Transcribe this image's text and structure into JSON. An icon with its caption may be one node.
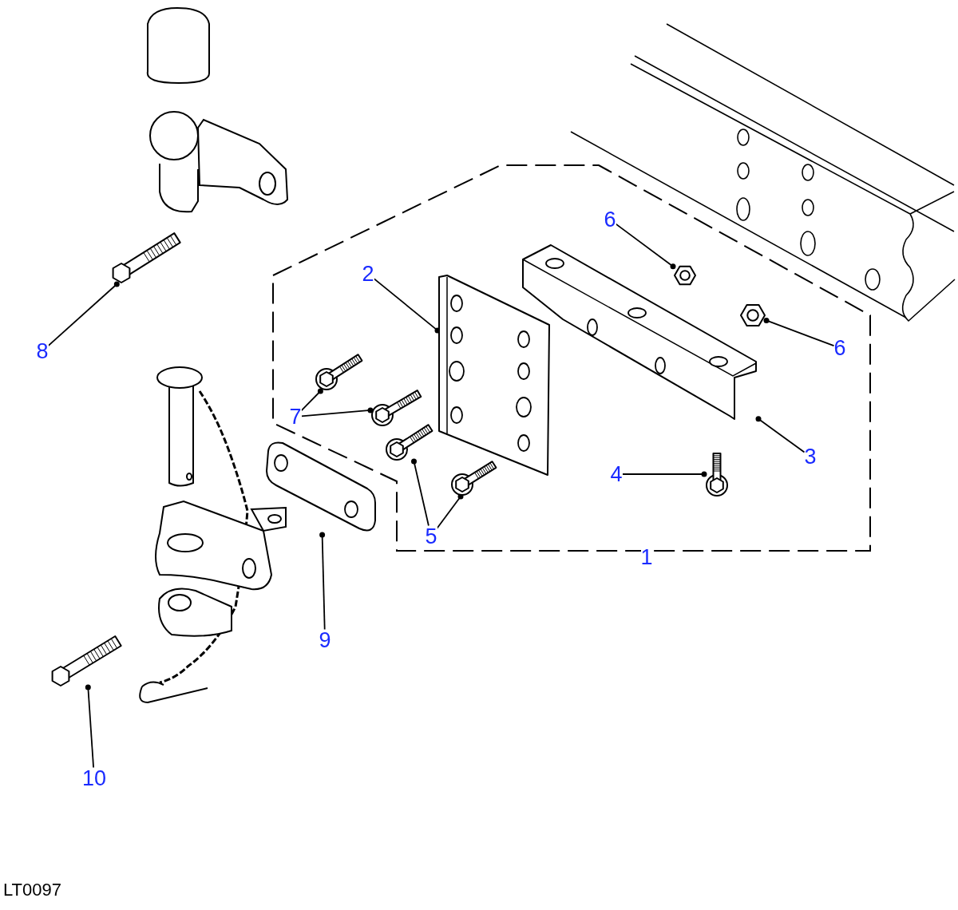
{
  "diagram": {
    "nodes": [
      {
        "text": [
          "6"
        ]
      },
      {
        "text": [],
        "shape": "picture"
      },
      {
        "text": [
          "2"
        ]
      },
      {
        "text": [],
        "shape": "picture"
      },
      {
        "text": [
          "8"
        ]
      },
      {
        "text": [],
        "shape": "picture"
      },
      {
        "text": [
          "7"
        ]
      },
      {
        "text": [],
        "shape": "picture"
      },
      {
        "text": [],
        "shape": "picture"
      },
      {
        "text": [
          "6"
        ]
      },
      {
        "text": [],
        "shape": "picture"
      },
      {
        "text": [
          "3"
        ]
      },
      {
        "text": [],
        "shape": "picture"
      },
      {
        "text": [
          "4"
        ]
      },
      {
        "text": [],
        "shape": "picture"
      },
      {
        "text": [
          "5"
        ]
      },
      {
        "text": [],
        "shape": "picture"
      },
      {
        "text": [],
        "shape": "picture"
      },
      {
        "text": [
          "9"
        ]
      },
      {
        "text": [],
        "shape": "picture"
      },
      {
        "text": [
          "10"
        ]
      },
      {
        "text": [],
        "shape": "picture"
      },
      {
        "text": [
          "1"
        ]
      }
    ],
    "edges": [
      {
        "from": 0,
        "to": 1,
        "arrow": "other"
      },
      {
        "from": 2,
        "to": 3,
        "arrow": "other"
      },
      {
        "from": 4,
        "to": 5,
        "arrow": "other"
      },
      {
        "from": 6,
        "to": 7,
        "arrow": "other"
      },
      {
        "from": 6,
        "to": 8,
        "arrow": "other"
      },
      {
        "from": 9,
        "to": 10,
        "arrow": "other"
      },
      {
        "from": 11,
        "to": 12,
        "arrow": "other"
      },
      {
        "from": 13,
        "to": 14,
        "arrow": "other"
      },
      {
        "from": 15,
        "to": 16,
        "arrow": "other"
      },
      {
        "from": 15,
        "to": 17,
        "arrow": "other"
      },
      {
        "from": 18,
        "to": 19,
        "arrow": "other"
      },
      {
        "from": 20,
        "to": 21,
        "arrow": "other"
      }
    ],
    "labels": [
      "LT0097"
    ]
  }
}
